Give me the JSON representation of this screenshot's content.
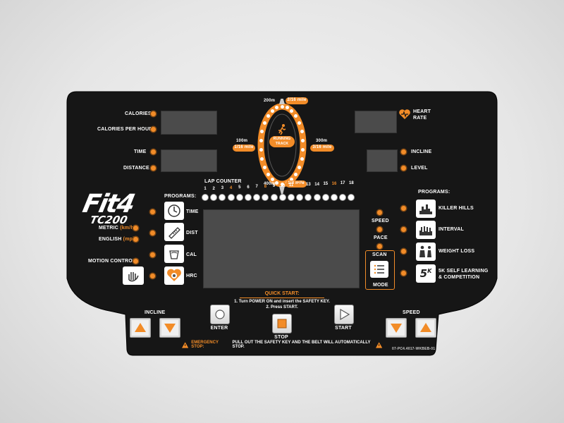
{
  "panel": {
    "left_labels": {
      "calories": "CALORIES",
      "calories_per_hour": "CALORIES PER HOUR",
      "time": "TIME",
      "distance": "DISTANCE",
      "metric": "METRIC",
      "metric_unit": "(km/h)",
      "english": "ENGLISH",
      "english_unit": "(mph)",
      "motion_control": "MOTION CONTROL"
    },
    "right_labels": {
      "heart_rate_1": "HEART",
      "heart_rate_2": "RATE",
      "incline": "INCLINE",
      "level": "LEVEL"
    },
    "logo": {
      "brand": "Fit4",
      "model": "TC200"
    },
    "left_programs": {
      "header": "PROGRAMS:",
      "items": [
        "TIME",
        "DIST",
        "CAL",
        "HRC"
      ]
    },
    "right_programs": {
      "header": "PROGRAMS:",
      "items": [
        "KILLER HILLS",
        "INTERVAL",
        "WEIGHT LOSS"
      ],
      "fivek_line1": "5K SELF LEARNING",
      "fivek_line2": "& COMPETITION",
      "fivek_icon": "5",
      "fivek_icon_sup": "K"
    },
    "track": {
      "top_left": "200m",
      "top_right": "2/16 mile",
      "left_1": "100m",
      "left_2": "1/16 mile",
      "right_1": "300m",
      "right_2": "3/16 mile",
      "bottom_left": "400m",
      "bottom_right": "1/4 mile",
      "center_line1": "RUNNING",
      "center_line2": "TRACK"
    },
    "lap_counter": {
      "title": "LAP COUNTER",
      "numbers": [
        "1",
        "2",
        "3",
        "4",
        "5",
        "6",
        "7",
        "8",
        "9",
        "10",
        "11",
        "12",
        "13",
        "14",
        "15",
        "16",
        "17",
        "18"
      ],
      "highlighted": [
        "4",
        "8",
        "12",
        "16"
      ]
    },
    "side_indicators": {
      "speed": "SPEED",
      "pace": "PACE",
      "scan": "SCAN",
      "mode": "MODE"
    },
    "quick_start": {
      "title": "QUICK START:",
      "line1": "1. Turn POWER ON and insert the SAFETY KEY.",
      "line2": "2. Press START."
    },
    "buttons": {
      "incline": "INCLINE",
      "speed": "SPEED",
      "enter": "ENTER",
      "stop": "STOP",
      "start": "START"
    },
    "emergency": {
      "label": "EMERGENCY STOP:",
      "text": "PULL OUT THE SAFETY KEY AND THE BELT WILL AUTOMATICALLY STOP."
    },
    "part_number": "07-PC4.4017-WKBEB-01"
  },
  "colors": {
    "accent": "#f28c28",
    "panel": "#151515",
    "lcd": "#4b4b4b"
  }
}
